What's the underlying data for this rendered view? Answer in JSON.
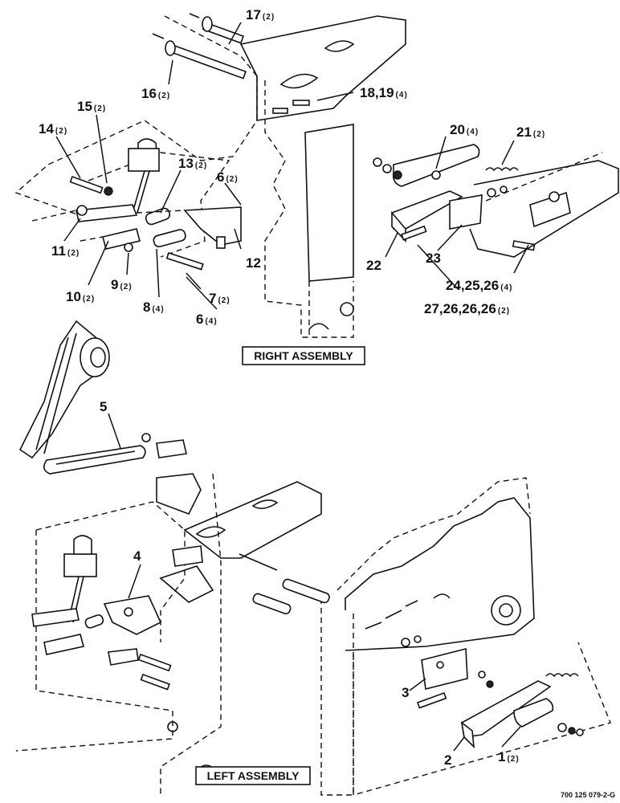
{
  "callouts": [
    {
      "id": "c17",
      "num": "17",
      "qty": "(2)"
    },
    {
      "id": "c16",
      "num": "16",
      "qty": "(2)"
    },
    {
      "id": "c18",
      "num": "18,19",
      "qty": "(4)"
    },
    {
      "id": "c15",
      "num": "15",
      "qty": "(2)"
    },
    {
      "id": "c14",
      "num": "14",
      "qty": "(2)"
    },
    {
      "id": "c13",
      "num": "13",
      "qty": "(2)"
    },
    {
      "id": "c6a",
      "num": "6",
      "qty": "(2)"
    },
    {
      "id": "c11",
      "num": "11",
      "qty": "(2)"
    },
    {
      "id": "c12",
      "num": "12",
      "qty": ""
    },
    {
      "id": "c10",
      "num": "10",
      "qty": "(2)"
    },
    {
      "id": "c9",
      "num": "9",
      "qty": "(2)"
    },
    {
      "id": "c8",
      "num": "8",
      "qty": "(4)"
    },
    {
      "id": "c7",
      "num": "7",
      "qty": "(2)"
    },
    {
      "id": "c6b",
      "num": "6",
      "qty": "(4)"
    },
    {
      "id": "c20",
      "num": "20",
      "qty": "(4)"
    },
    {
      "id": "c21",
      "num": "21",
      "qty": "(2)"
    },
    {
      "id": "c22",
      "num": "22",
      "qty": ""
    },
    {
      "id": "c23",
      "num": "23",
      "qty": ""
    },
    {
      "id": "c24",
      "num": "24,25,26",
      "qty": "(4)"
    },
    {
      "id": "c27",
      "num": "27,26,26,26",
      "qty": "(2)"
    },
    {
      "id": "c5",
      "num": "5",
      "qty": ""
    },
    {
      "id": "c4",
      "num": "4",
      "qty": ""
    },
    {
      "id": "c3",
      "num": "3",
      "qty": ""
    },
    {
      "id": "c2",
      "num": "2",
      "qty": ""
    },
    {
      "id": "c1",
      "num": "1",
      "qty": "(2)"
    }
  ],
  "labels": {
    "right_assembly": "RIGHT ASSEMBLY",
    "left_assembly": "LEFT ASSEMBLY",
    "drawing_number": "700 125 079-2-G"
  }
}
